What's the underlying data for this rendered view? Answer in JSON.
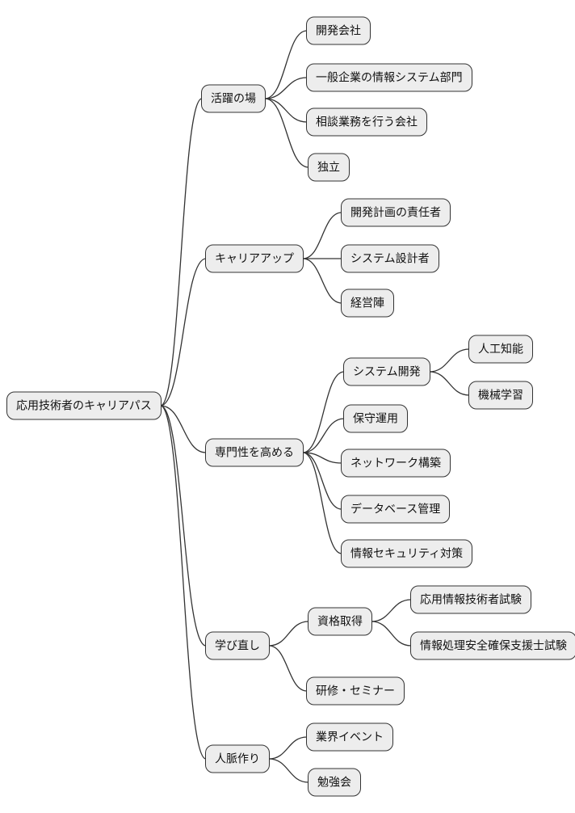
{
  "mindmap": {
    "title": "応用技術者のキャリアパス",
    "style": {
      "node_fill": "#ededed",
      "node_border": "#333333",
      "edge_color": "#333333",
      "text_color": "#111111",
      "background": "#ffffff"
    },
    "root": {
      "label": "応用技術者のキャリアパス",
      "children": [
        {
          "label": "活躍の場",
          "children": [
            {
              "label": "開発会社"
            },
            {
              "label": "一般企業の情報システム部門"
            },
            {
              "label": "相談業務を行う会社"
            },
            {
              "label": "独立"
            }
          ]
        },
        {
          "label": "キャリアアップ",
          "children": [
            {
              "label": "開発計画の責任者"
            },
            {
              "label": "システム設計者"
            },
            {
              "label": "経営陣"
            }
          ]
        },
        {
          "label": "専門性を高める",
          "children": [
            {
              "label": "システム開発",
              "children": [
                {
                  "label": "人工知能"
                },
                {
                  "label": "機械学習"
                }
              ]
            },
            {
              "label": "保守運用"
            },
            {
              "label": "ネットワーク構築"
            },
            {
              "label": "データベース管理"
            },
            {
              "label": "情報セキュリティ対策"
            }
          ]
        },
        {
          "label": "学び直し",
          "children": [
            {
              "label": "資格取得",
              "children": [
                {
                  "label": "応用情報技術者試験"
                },
                {
                  "label": "情報処理安全確保支援士試験"
                }
              ]
            },
            {
              "label": "研修・セミナー"
            }
          ]
        },
        {
          "label": "人脈作り",
          "children": [
            {
              "label": "業界イベント"
            },
            {
              "label": "勉強会"
            }
          ]
        }
      ]
    }
  }
}
